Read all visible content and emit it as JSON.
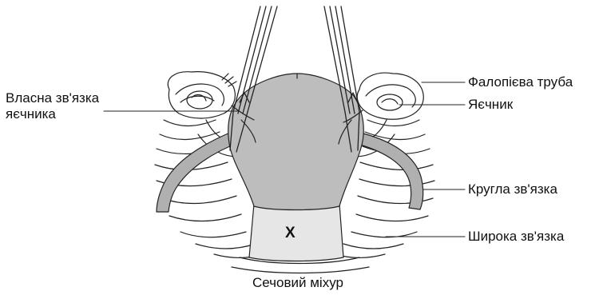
{
  "labels": {
    "ovarian_ligament_line1": "Власна зв'язка",
    "ovarian_ligament_line2": "яєчника",
    "fallopian_tube": "Фалопієва труба",
    "ovary": "Яєчник",
    "round_ligament": "Кругла зв'язка",
    "broad_ligament": "Широка зв'язка",
    "bladder": "Сечовий міхур",
    "mark": "X"
  },
  "colors": {
    "uterus_fill": "#bdbdbd",
    "bladder_fill": "#e6e6e6",
    "round_ligament_fill": "#b0b0b0",
    "outline": "#222222",
    "background": "#ffffff"
  }
}
